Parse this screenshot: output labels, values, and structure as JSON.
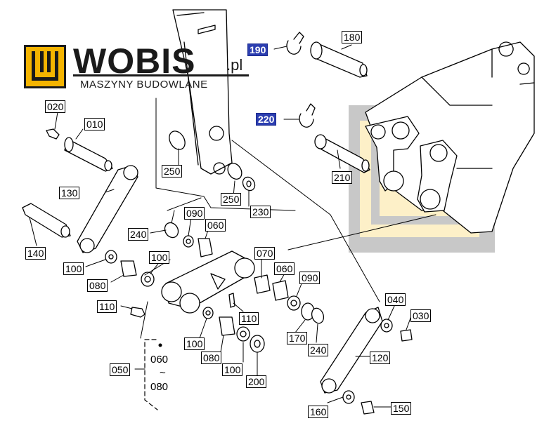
{
  "brand": {
    "name": "WOBIS",
    "tld": ".pl",
    "tagline": "MASZYNY BUDOWLANE"
  },
  "callouts": [
    {
      "id": "020",
      "highlight": false
    },
    {
      "id": "010",
      "highlight": false
    },
    {
      "id": "130",
      "highlight": false
    },
    {
      "id": "140",
      "highlight": false
    },
    {
      "id": "100",
      "highlight": false
    },
    {
      "id": "080",
      "highlight": false
    },
    {
      "id": "110",
      "highlight": false
    },
    {
      "id": "050",
      "highlight": false
    },
    {
      "id": "250",
      "highlight": false
    },
    {
      "id": "250",
      "highlight": false
    },
    {
      "id": "230",
      "highlight": false
    },
    {
      "id": "240",
      "highlight": false
    },
    {
      "id": "090",
      "highlight": false
    },
    {
      "id": "060",
      "highlight": false
    },
    {
      "id": "100",
      "highlight": false
    },
    {
      "id": "070",
      "highlight": false
    },
    {
      "id": "060",
      "highlight": false
    },
    {
      "id": "090",
      "highlight": false
    },
    {
      "id": "110",
      "highlight": false
    },
    {
      "id": "100",
      "highlight": false
    },
    {
      "id": "080",
      "highlight": false
    },
    {
      "id": "100",
      "highlight": false
    },
    {
      "id": "200",
      "highlight": false
    },
    {
      "id": "170",
      "highlight": false
    },
    {
      "id": "240",
      "highlight": false
    },
    {
      "id": "040",
      "highlight": false
    },
    {
      "id": "030",
      "highlight": false
    },
    {
      "id": "120",
      "highlight": false
    },
    {
      "id": "160",
      "highlight": false
    },
    {
      "id": "150",
      "highlight": false
    },
    {
      "id": "190",
      "highlight": true
    },
    {
      "id": "180",
      "highlight": false
    },
    {
      "id": "220",
      "highlight": true
    },
    {
      "id": "210",
      "highlight": false
    }
  ],
  "kit_note": {
    "top": "060",
    "mid": "~",
    "bottom": "080"
  },
  "colors": {
    "highlight": "#2c3eb0",
    "zoom_frame": "#c8c8c8",
    "zoom_fill": "#fdf0c8",
    "logo_yellow": "#f4b400"
  }
}
